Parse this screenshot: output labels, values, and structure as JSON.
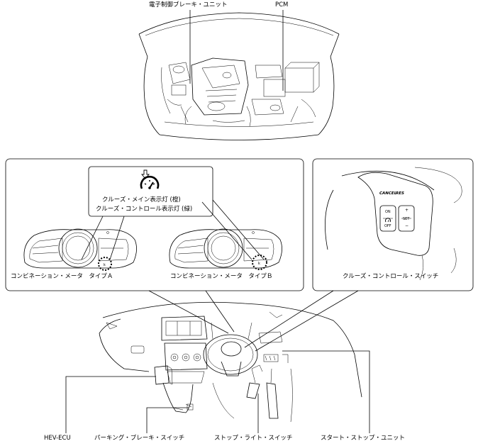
{
  "labels": {
    "ebcu": "電子制御ブレーキ・ユニット",
    "pcm": "PCM",
    "indicator_line1": "クルーズ・メイン表示灯 (橙)",
    "indicator_line2": "クルーズ・コントロール表示灯 (緑)",
    "meter_a": "コンビネーション・メータ　タイプＡ",
    "meter_b": "コンビネーション・メータ　タイプＢ",
    "cruise_switch": "クルーズ・コントロール・スイッチ",
    "hev_ecu": "HEV-ECU",
    "parking_brake_switch": "パーキング・ブレーキ・スイッチ",
    "stop_light_switch": "ストップ・ライト・スイッチ",
    "start_stop_unit": "スタート・ストップ・ユニット",
    "switch_cancel": "CANCEL",
    "switch_res": "RES",
    "switch_on": "ON",
    "switch_off": "OFF",
    "switch_set": "SET",
    "switch_plus": "+",
    "switch_minus": "−"
  }
}
